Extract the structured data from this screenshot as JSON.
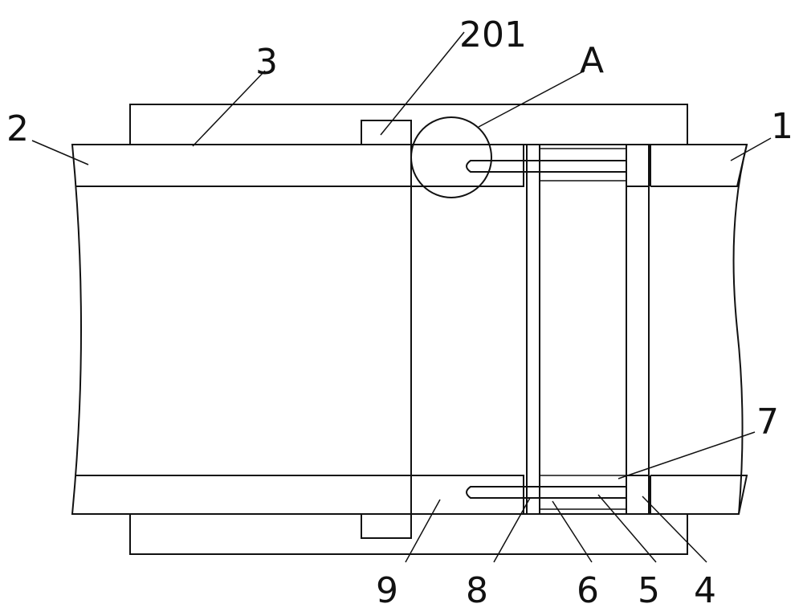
{
  "labels": {
    "l1": "1",
    "l2": "2",
    "l3": "3",
    "l4": "4",
    "l5": "5",
    "l6": "6",
    "l7": "7",
    "l8": "8",
    "l9": "9",
    "l201": "201",
    "lA": "A"
  },
  "colors": {
    "stroke": "#111111",
    "background": "#ffffff"
  }
}
